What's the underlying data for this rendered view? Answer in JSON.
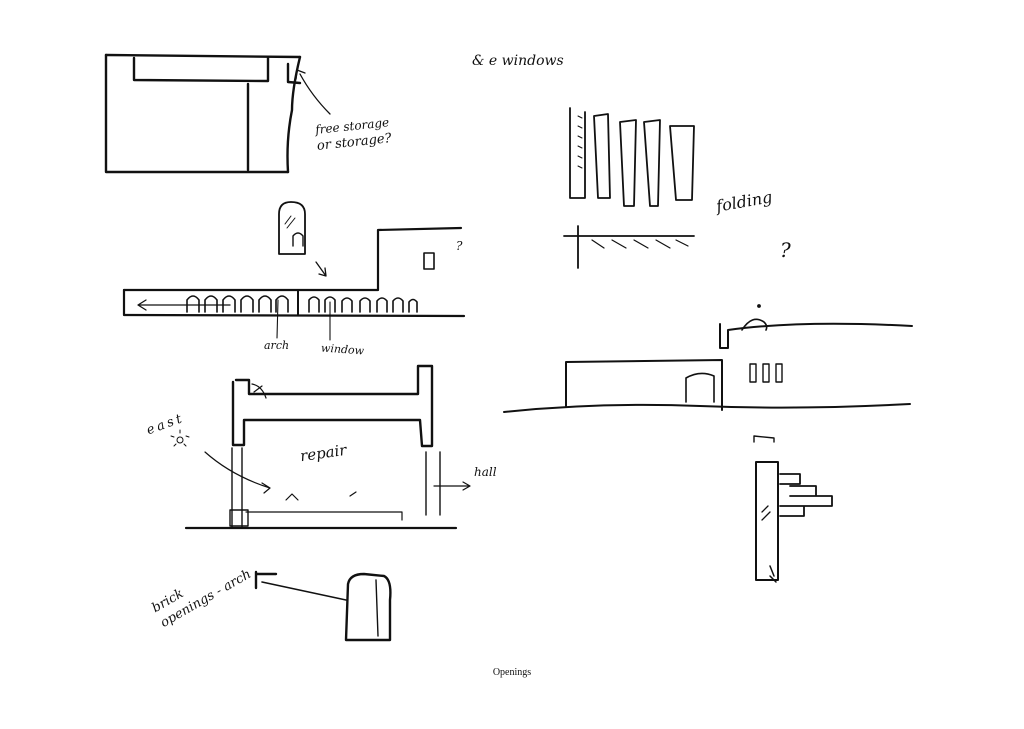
{
  "caption": "Openings",
  "notes": {
    "windows": "& e windows",
    "free_storage_1": "free storage",
    "free_storage_2": "or storage?",
    "folding": "folding",
    "question_1": "?",
    "question_2": "?",
    "arch": "arch",
    "window": "window",
    "east": "east",
    "repair": "repair",
    "hall": "hall",
    "brick_openings_1": "brick",
    "brick_openings_2": "openings - arch"
  }
}
